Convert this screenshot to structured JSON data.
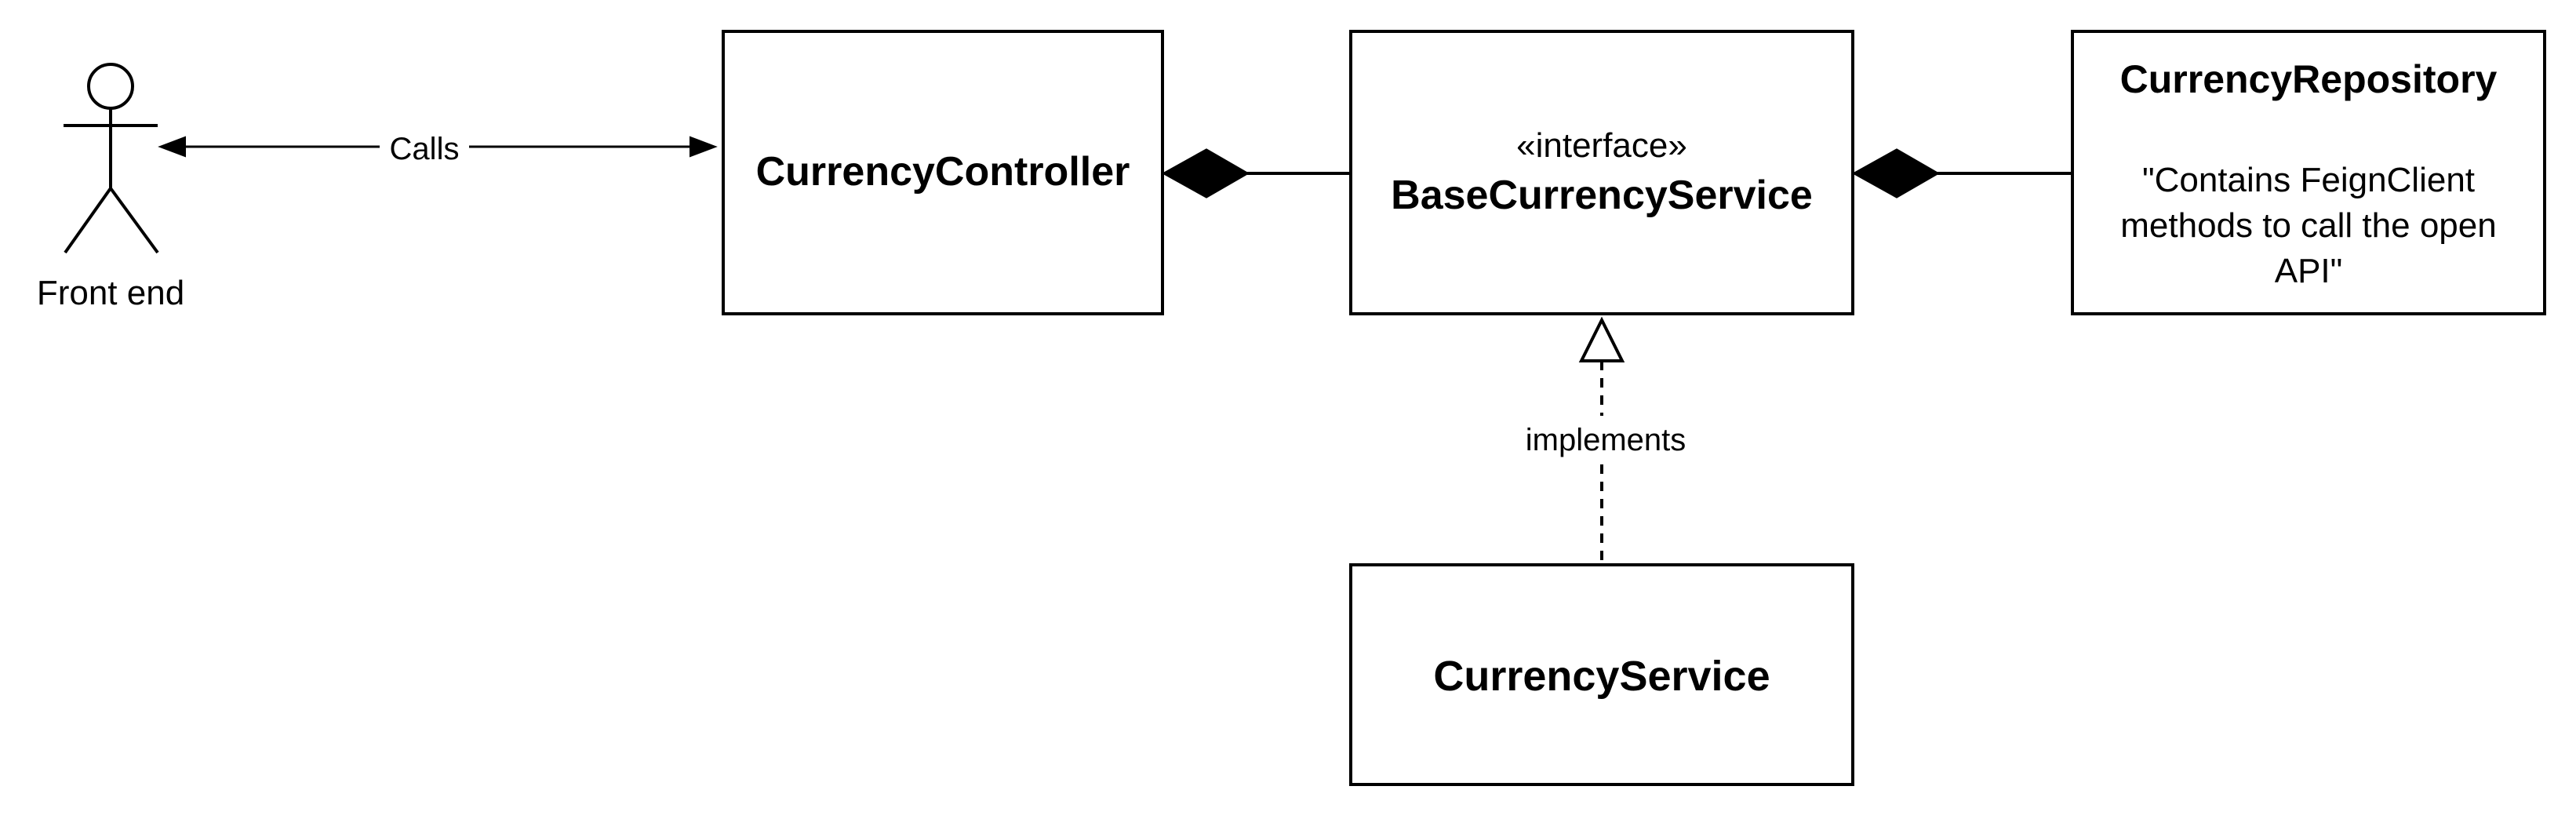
{
  "colors": {
    "stroke": "#000000",
    "fill": "#ffffff",
    "text": "#000000"
  },
  "actor": {
    "label": "Front end",
    "icon": "stick-figure-actor-icon"
  },
  "connections": {
    "calls_label": "Calls",
    "implements_label": "implements"
  },
  "classes": {
    "controller": {
      "name": "CurrencyController"
    },
    "base_service": {
      "stereotype": "«interface»",
      "name": "BaseCurrencyService"
    },
    "repository": {
      "name": "CurrencyRepository",
      "note_line1": "\"Contains FeignClient",
      "note_line2": "methods to call the open",
      "note_line3": "API\""
    },
    "service": {
      "name": "CurrencyService"
    }
  }
}
